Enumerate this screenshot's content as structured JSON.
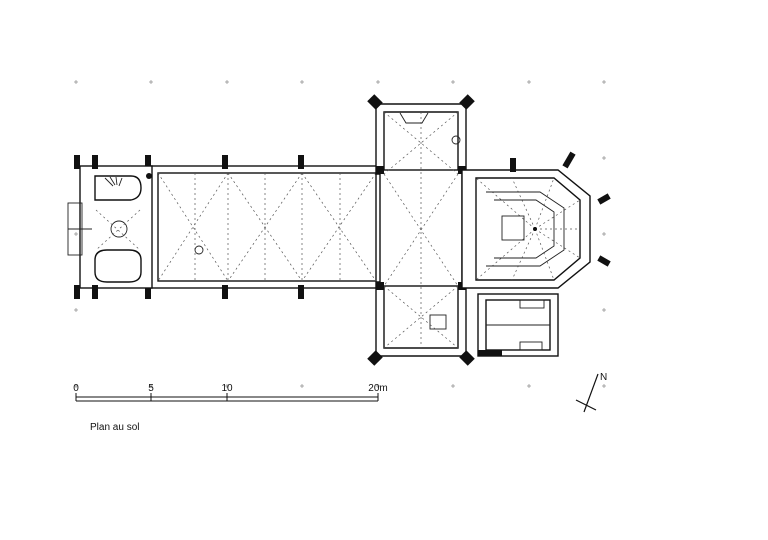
{
  "scale": {
    "ticks": [
      "0",
      "5",
      "10",
      "20m"
    ]
  },
  "caption": "Plan au sol",
  "north": "N"
}
